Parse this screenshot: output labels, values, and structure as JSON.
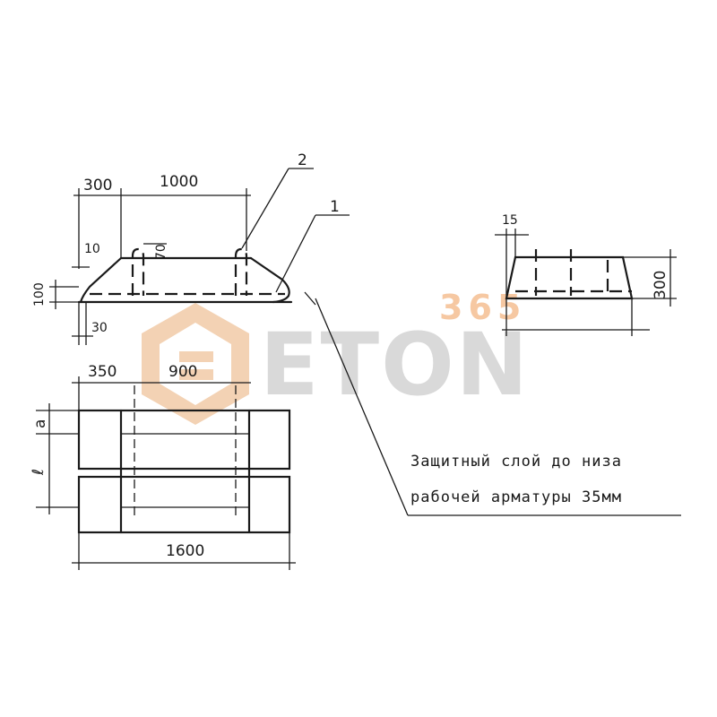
{
  "side_view": {
    "dim_left": "300",
    "dim_top": "1000",
    "label_part_2": "2",
    "label_part_1": "1",
    "dim_10": "10",
    "dim_70": "70",
    "dim_100": "100",
    "dim_30": "30"
  },
  "end_view": {
    "dim_15": "15",
    "dim_300": "300"
  },
  "plan_view": {
    "dim_350": "350",
    "dim_900": "900",
    "dim_a": "a",
    "dim_l": "ℓ",
    "dim_total": "1600"
  },
  "note": {
    "line1": "Защитный слой до низа",
    "line2": "рабочей арматуры 35мм"
  },
  "watermark": {
    "number": "365",
    "brand": "ETON",
    "logo_color": "#f3d2b4",
    "text_color": "#d9d9d9"
  }
}
